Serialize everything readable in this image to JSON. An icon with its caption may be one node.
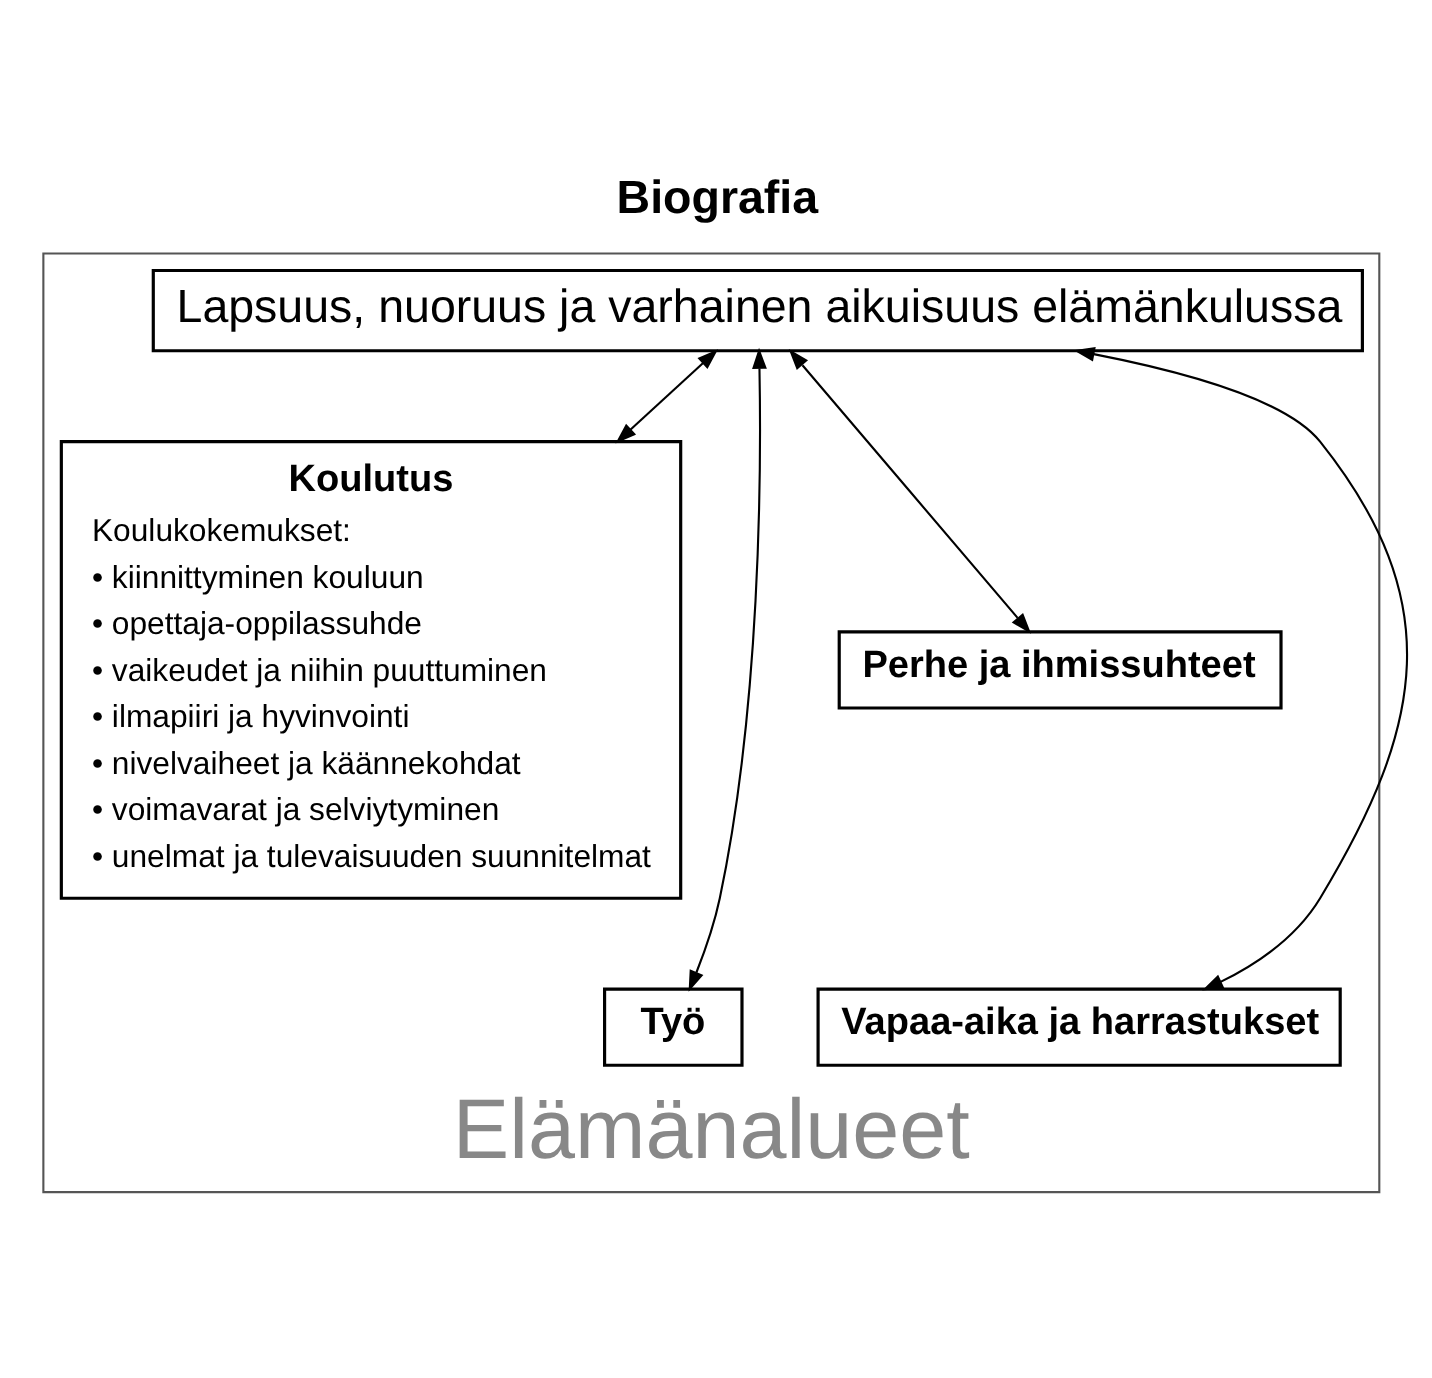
{
  "diagram": {
    "title": "Biografia",
    "nodes": [
      {
        "text": [
          "Elämänalueet"
        ]
      },
      {
        "text": [
          "Lapsuus, nuoruus ja varhainen aikuisuus elämänkulussa"
        ],
        "in": 0
      },
      {
        "text": [
          "Koulutus",
          "Koulukokemukset:",
          "• kiinnittyminen kouluun",
          "• opettaja-oppilassuhde",
          "• vaikeudet ja niihin puuttuminen",
          "• ilmapiiri ja hyvinvointi",
          "• nivelvaiheet ja käännekohdat",
          "• voimavarat ja selviytyminen",
          "• unelmat ja tulevaisuuden suunnitelmat"
        ],
        "in": 0
      },
      {
        "text": [
          "Perhe ja ihmissuhteet"
        ],
        "in": 0
      },
      {
        "text": [
          "Työ"
        ],
        "in": 0
      },
      {
        "text": [
          "Vapaa-aika ja harrastukset"
        ],
        "in": 0
      }
    ],
    "edges": [
      {
        "from": 1,
        "to": 2,
        "arrow": "both"
      },
      {
        "from": 1,
        "to": 4,
        "arrow": "both"
      },
      {
        "from": 1,
        "to": 3,
        "arrow": "both"
      },
      {
        "from": 1,
        "to": 5,
        "arrow": "both"
      }
    ]
  }
}
